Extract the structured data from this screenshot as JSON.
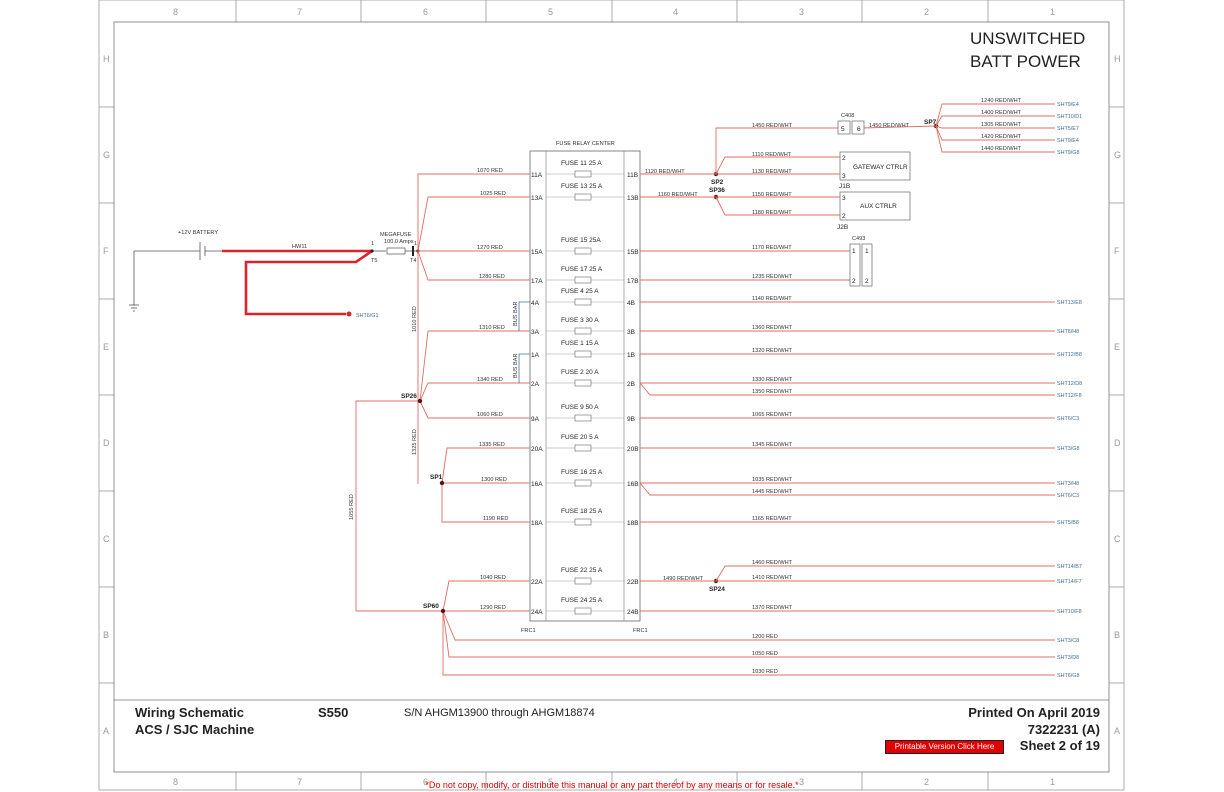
{
  "title_lines": [
    "UNSWITCHED",
    "BATT POWER"
  ],
  "footer": {
    "doc_title_1": "Wiring Schematic",
    "doc_title_2": "ACS / SJC Machine",
    "model": "S550",
    "serial": "S/N AHGM13900 through AHGM18874",
    "printed": "Printed On April 2019",
    "doc_number": "7322231 (A)",
    "sheet": "Sheet 2 of 19",
    "print_button": "Printable Version Click Here",
    "copyright": "*Do not copy, modify, or distribute this manual or any part thereof by any means or for resale.*"
  },
  "grid": {
    "columns": [
      "8",
      "7",
      "6",
      "5",
      "4",
      "3",
      "2",
      "1"
    ],
    "rows": [
      "H",
      "G",
      "F",
      "E",
      "D",
      "C",
      "B",
      "A"
    ]
  },
  "battery": {
    "label": "+12V BATTERY",
    "wire": "HW11",
    "dest": "SHT6/G1"
  },
  "megafuse": {
    "label": "MEGAFUSE",
    "rating": "100.0 Amps",
    "t5": "T5",
    "t4": "T4",
    "pin1a": "1",
    "pin1b": "1"
  },
  "frc": {
    "title": "FUSE RELAY CENTER",
    "left_label": "FRC1",
    "right_label": "FRC1"
  },
  "fuses": [
    {
      "name": "FUSE 11   25 A",
      "a": "11A",
      "b": "11B",
      "in_wire": "1070 RED"
    },
    {
      "name": "FUSE 13   25 A",
      "a": "13A",
      "b": "13B",
      "in_wire": "1025 RED"
    },
    {
      "name": "FUSE 15    25A",
      "a": "15A",
      "b": "15B",
      "in_wire": "1270 RED"
    },
    {
      "name": "FUSE 17  25 A",
      "a": "17A",
      "b": "17B",
      "in_wire": "1280 RED"
    },
    {
      "name": "FUSE 4  25 A",
      "a": "4A",
      "b": "4B",
      "in_wire": ""
    },
    {
      "name": "FUSE 3   30 A",
      "a": "3A",
      "b": "3B",
      "in_wire": "1310 RED"
    },
    {
      "name": "FUSE 1   15 A",
      "a": "1A",
      "b": "1B",
      "in_wire": ""
    },
    {
      "name": "FUSE 2   20 A",
      "a": "2A",
      "b": "2B",
      "in_wire": "1340 RED"
    },
    {
      "name": "FUSE 9   50 A",
      "a": "9A",
      "b": "9B",
      "in_wire": "1060 RED"
    },
    {
      "name": "FUSE 20   5 A",
      "a": "20A",
      "b": "20B",
      "in_wire": "1335 RED"
    },
    {
      "name": "FUSE 16   25 A",
      "a": "16A",
      "b": "16B",
      "in_wire": "1300 RED"
    },
    {
      "name": "FUSE 18    25 A",
      "a": "18A",
      "b": "18B",
      "in_wire": "1190 RED"
    },
    {
      "name": "FUSE 22    25 A",
      "a": "22A",
      "b": "22B",
      "in_wire": "1040 RED"
    },
    {
      "name": "FUSE 24    25 A",
      "a": "24A",
      "b": "24B",
      "in_wire": "1290 RED"
    }
  ],
  "bus_bar": "BUS BAR",
  "vertical_wires": [
    "1010 RED",
    "1325 RED",
    "1055 RED"
  ],
  "splices": [
    "SP2",
    "SP36",
    "SP7",
    "SP26",
    "SP1",
    "SP24",
    "SP60"
  ],
  "connectors": {
    "c408": {
      "label": "C408",
      "pin_a": "5",
      "pin_b": "6"
    },
    "c493": {
      "label": "C493",
      "pins": [
        "1",
        "1",
        "2",
        "2"
      ]
    },
    "gateway": {
      "label": "GATEWAY CTRLR",
      "conn": "J1B",
      "pins": [
        "2",
        "3"
      ]
    },
    "aux": {
      "label": "AUX CTRLR",
      "conn": "J2B",
      "pins": [
        "3",
        "2"
      ]
    }
  },
  "top_wires": {
    "w1120": "1120 RED/WHT",
    "w1160": "1160 RED/WHT",
    "w1450a": "1450 RED/WHT",
    "w1450b": "1450 RED/WHT",
    "w1110": "1110 RED/WHT",
    "w1130": "1130 RED/WHT",
    "w1150": "1150 RED/WHT",
    "w1180": "1180 RED/WHT",
    "w1170": "1170 RED/WHT",
    "w1235": "1235 RED/WHT",
    "w1490": "1490 RED/WHT"
  },
  "sp7_outputs": [
    {
      "wire": "1240 RED/WHT",
      "dest": "SHT9/E4"
    },
    {
      "wire": "1400 RED/WHT",
      "dest": "SHT10/D1"
    },
    {
      "wire": "1305 RED/WHT",
      "dest": "SHT5/E7"
    },
    {
      "wire": "1420 RED/WHT",
      "dest": "SHT9/E4"
    },
    {
      "wire": "1440 RED/WHT",
      "dest": "SHT9/G8"
    }
  ],
  "right_outputs": [
    {
      "wire": "1140 RED/WHT",
      "dest": "SHT13/E8"
    },
    {
      "wire": "1360 RED/WHT",
      "dest": "SHT8/H8"
    },
    {
      "wire": "1320 RED/WHT",
      "dest": "SHT12/B8"
    },
    {
      "wire": "1330 RED/WHT",
      "dest": "SHT12/D8"
    },
    {
      "wire": "1350 RED/WHT",
      "dest": "SHT12/F8"
    },
    {
      "wire": "1065 RED/WHT",
      "dest": "SHT6/C3"
    },
    {
      "wire": "1345 RED/WHT",
      "dest": "SHT3/G8"
    },
    {
      "wire": "1035 RED/WHT",
      "dest": "SHT3/H8"
    },
    {
      "wire": "1445 RED/WHT",
      "dest": "SHT6/C3"
    },
    {
      "wire": "1165 RED/WHT",
      "dest": "SHT5/B8"
    },
    {
      "wire": "1460 RED/WHT",
      "dest": "SHT14/B7"
    },
    {
      "wire": "1410 RED/WHT",
      "dest": "SHT14/F7"
    },
    {
      "wire": "1370 RED/WHT",
      "dest": "SHT10/F8"
    },
    {
      "wire": "1200 RED",
      "dest": "SHT3/C8"
    },
    {
      "wire": "1050 RED",
      "dest": "SHT3/D8"
    },
    {
      "wire": "1030 RED",
      "dest": "SHT6/G8"
    }
  ]
}
